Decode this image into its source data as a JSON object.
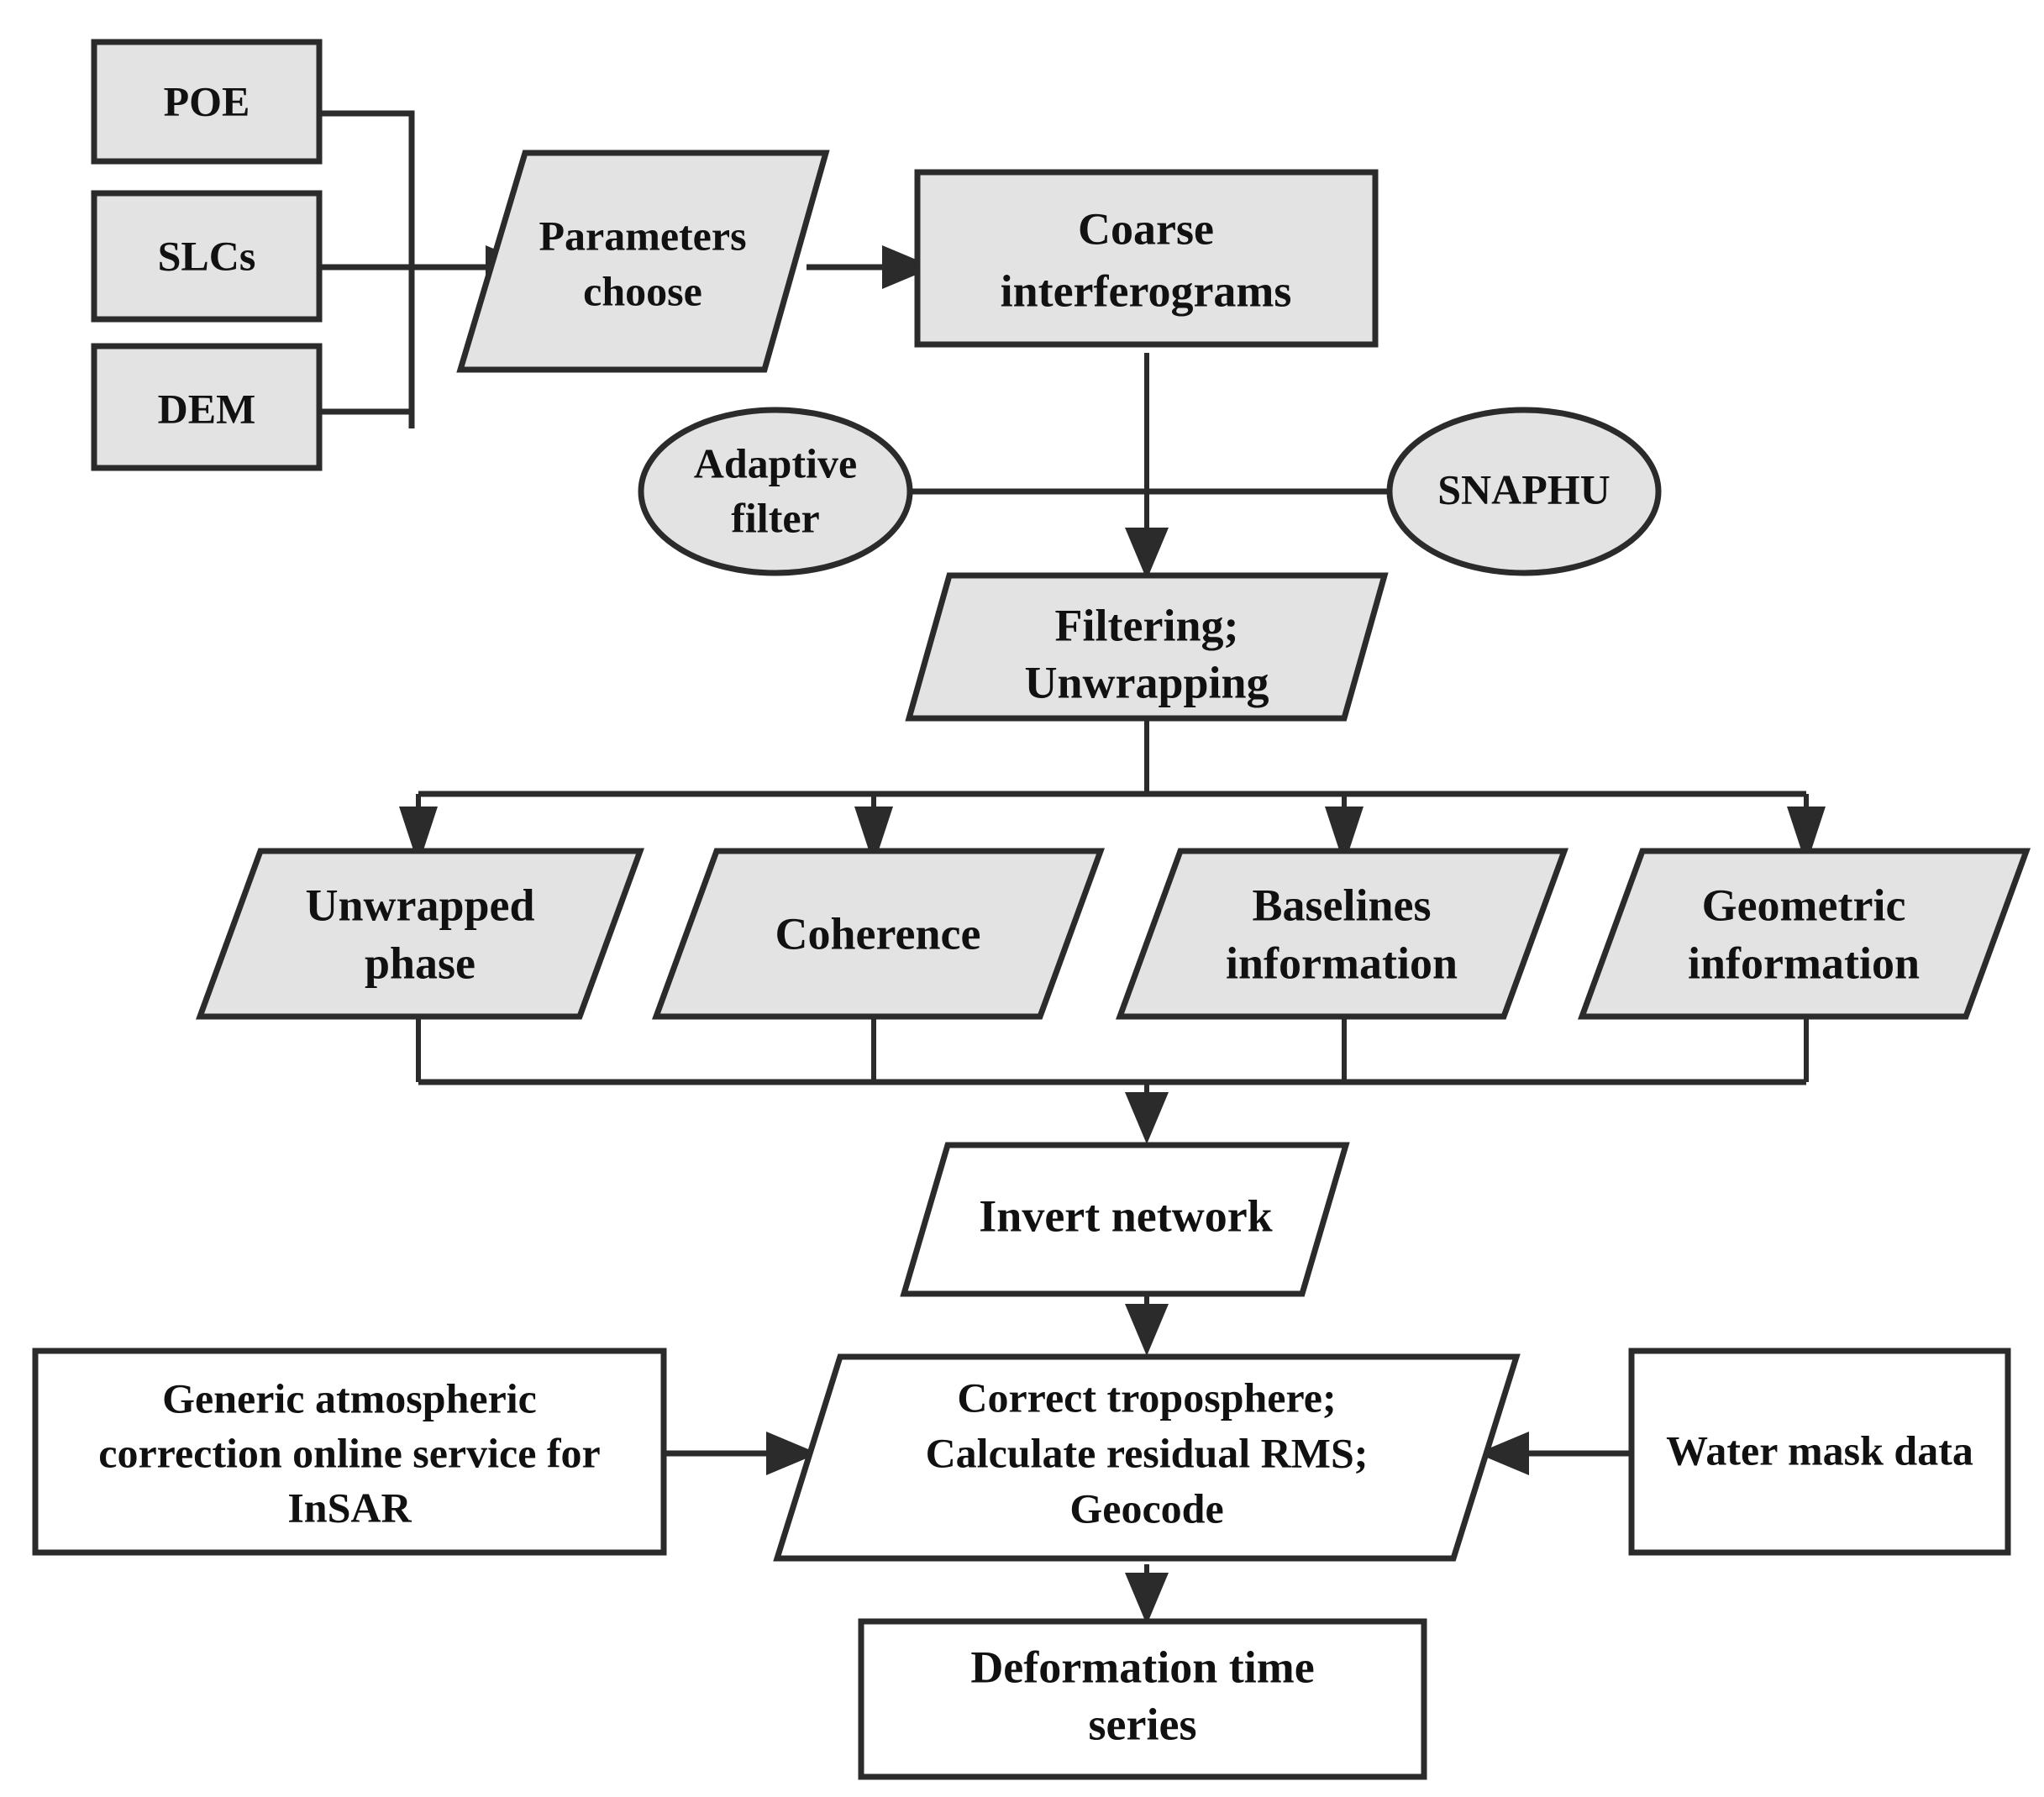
{
  "diagram": {
    "title": "InSAR deformation time series processing flowchart",
    "colors": {
      "shape_gray": "#e3e3e3",
      "shape_white": "#ffffff",
      "stroke": "#2b2b2b",
      "text": "#111111",
      "background": "#ffffff"
    },
    "nodes": [
      {
        "id": "poe",
        "label": "POE",
        "shape": "rectangle",
        "fill": "gray",
        "lines": [
          "POE"
        ]
      },
      {
        "id": "slcs",
        "label": "SLCs",
        "shape": "rectangle",
        "fill": "gray",
        "lines": [
          "SLCs"
        ]
      },
      {
        "id": "dem",
        "label": "DEM",
        "shape": "rectangle",
        "fill": "gray",
        "lines": [
          "DEM"
        ]
      },
      {
        "id": "parameters-choose",
        "label": "Parameters choose",
        "shape": "parallelogram",
        "fill": "gray",
        "lines": [
          "Parameters",
          "choose"
        ]
      },
      {
        "id": "coarse-interferograms",
        "label": "Coarse interferograms",
        "shape": "rectangle",
        "fill": "gray",
        "lines": [
          "Coarse",
          "interferograms"
        ]
      },
      {
        "id": "adaptive-filter",
        "label": "Adaptive filter",
        "shape": "ellipse",
        "fill": "gray",
        "lines": [
          "Adaptive",
          "filter"
        ]
      },
      {
        "id": "snaphu",
        "label": "SNAPHU",
        "shape": "ellipse",
        "fill": "gray",
        "lines": [
          "SNAPHU"
        ]
      },
      {
        "id": "filtering-unwrapping",
        "label": "Filtering; Unwrapping",
        "shape": "parallelogram",
        "fill": "gray",
        "lines": [
          "Filtering;",
          "Unwrapping"
        ]
      },
      {
        "id": "unwrapped-phase",
        "label": "Unwrapped phase",
        "shape": "parallelogram",
        "fill": "gray",
        "lines": [
          "Unwrapped",
          "phase"
        ]
      },
      {
        "id": "coherence",
        "label": "Coherence",
        "shape": "parallelogram",
        "fill": "gray",
        "lines": [
          "Coherence"
        ]
      },
      {
        "id": "baselines-information",
        "label": "Baselines information",
        "shape": "parallelogram",
        "fill": "gray",
        "lines": [
          "Baselines",
          "information"
        ]
      },
      {
        "id": "geometric-information",
        "label": "Geometric information",
        "shape": "parallelogram",
        "fill": "gray",
        "lines": [
          "Geometric",
          "information"
        ]
      },
      {
        "id": "invert-network",
        "label": "Invert network",
        "shape": "parallelogram",
        "fill": "white",
        "lines": [
          "Invert network"
        ]
      },
      {
        "id": "gacos",
        "label": "Generic atmospheric correction online service for InSAR",
        "shape": "rectangle",
        "fill": "white",
        "lines": [
          "Generic atmospheric",
          "correction online service for",
          "InSAR"
        ]
      },
      {
        "id": "correct-troposphere",
        "label": "Correct troposphere; Calculate residual RMS; Geocode",
        "shape": "parallelogram",
        "fill": "white",
        "lines": [
          "Correct troposphere;",
          "Calculate residual RMS;",
          "Geocode"
        ]
      },
      {
        "id": "water-mask-data",
        "label": "Water mask data",
        "shape": "rectangle",
        "fill": "white",
        "lines": [
          "Water mask data"
        ]
      },
      {
        "id": "deformation-time-series",
        "label": "Deformation time series",
        "shape": "rectangle",
        "fill": "white",
        "lines": [
          "Deformation time",
          "series"
        ]
      }
    ],
    "edges": [
      {
        "from": "poe",
        "to": "parameters-choose",
        "arrow": true
      },
      {
        "from": "slcs",
        "to": "parameters-choose",
        "arrow": true
      },
      {
        "from": "dem",
        "to": "parameters-choose",
        "arrow": true
      },
      {
        "from": "parameters-choose",
        "to": "coarse-interferograms",
        "arrow": true
      },
      {
        "from": "coarse-interferograms",
        "to": "filtering-unwrapping",
        "arrow": true
      },
      {
        "from": "adaptive-filter",
        "to": "filtering-unwrapping",
        "arrow": false
      },
      {
        "from": "snaphu",
        "to": "filtering-unwrapping",
        "arrow": false
      },
      {
        "from": "filtering-unwrapping",
        "to": "unwrapped-phase",
        "arrow": true
      },
      {
        "from": "filtering-unwrapping",
        "to": "coherence",
        "arrow": true
      },
      {
        "from": "filtering-unwrapping",
        "to": "baselines-information",
        "arrow": true
      },
      {
        "from": "filtering-unwrapping",
        "to": "geometric-information",
        "arrow": true
      },
      {
        "from": "unwrapped-phase",
        "to": "invert-network",
        "arrow": true
      },
      {
        "from": "coherence",
        "to": "invert-network",
        "arrow": true
      },
      {
        "from": "baselines-information",
        "to": "invert-network",
        "arrow": true
      },
      {
        "from": "geometric-information",
        "to": "invert-network",
        "arrow": true
      },
      {
        "from": "invert-network",
        "to": "correct-troposphere",
        "arrow": true
      },
      {
        "from": "gacos",
        "to": "correct-troposphere",
        "arrow": true
      },
      {
        "from": "water-mask-data",
        "to": "correct-troposphere",
        "arrow": true
      },
      {
        "from": "correct-troposphere",
        "to": "deformation-time-series",
        "arrow": true
      }
    ]
  },
  "labels": {
    "poe": "POE",
    "slcs": "SLCs",
    "dem": "DEM",
    "parameters_choose_l1": "Parameters",
    "parameters_choose_l2": "choose",
    "coarse_l1": "Coarse",
    "coarse_l2": "interferograms",
    "adaptive_l1": "Adaptive",
    "adaptive_l2": "filter",
    "snaphu": "SNAPHU",
    "filtering_l1": "Filtering;",
    "filtering_l2": "Unwrapping",
    "unwrapped_l1": "Unwrapped",
    "unwrapped_l2": "phase",
    "coherence": "Coherence",
    "baselines_l1": "Baselines",
    "baselines_l2": "information",
    "geometric_l1": "Geometric",
    "geometric_l2": "information",
    "invert_network": "Invert network",
    "gacos_l1": "Generic atmospheric",
    "gacos_l2": "correction online service for",
    "gacos_l3": "InSAR",
    "correct_l1": "Correct troposphere;",
    "correct_l2": "Calculate residual RMS;",
    "correct_l3": "Geocode",
    "water_mask": "Water mask data",
    "deformation_l1": "Deformation time",
    "deformation_l2": "series"
  }
}
